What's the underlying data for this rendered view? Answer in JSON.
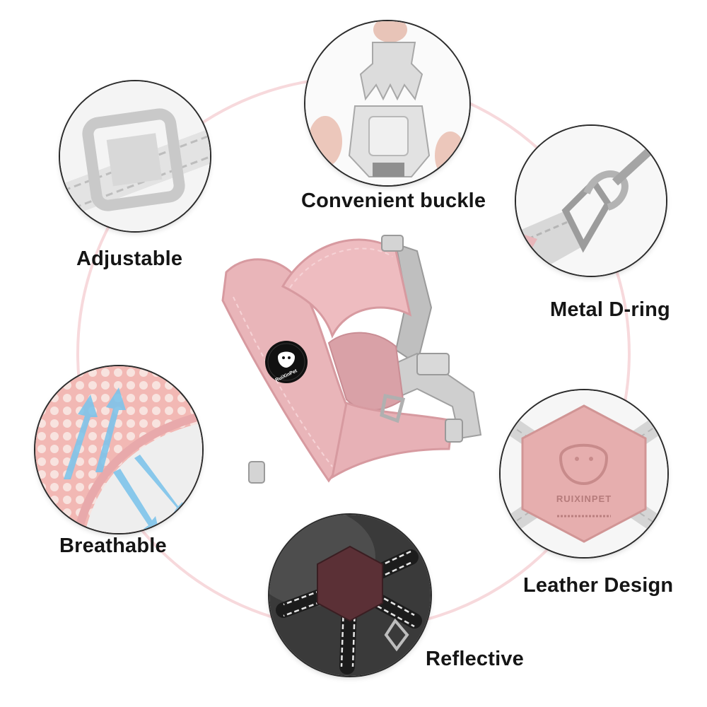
{
  "features": [
    {
      "id": "adjustable",
      "label": "Adjustable"
    },
    {
      "id": "buckle",
      "label": "Convenient buckle"
    },
    {
      "id": "dring",
      "label": "Metal D-ring"
    },
    {
      "id": "breathable",
      "label": "Breathable"
    },
    {
      "id": "leather",
      "label": "Leather Design"
    },
    {
      "id": "reflective",
      "label": "Reflective"
    }
  ],
  "brand": {
    "badge_text": "RuiXinPet",
    "patch_text": "RUIXINPET"
  },
  "colors": {
    "harness_pink": "#e9b5b9",
    "webbing_gray": "#c9c9c9",
    "ring_pink": "#f7d9dc",
    "label_text": "#151515"
  }
}
